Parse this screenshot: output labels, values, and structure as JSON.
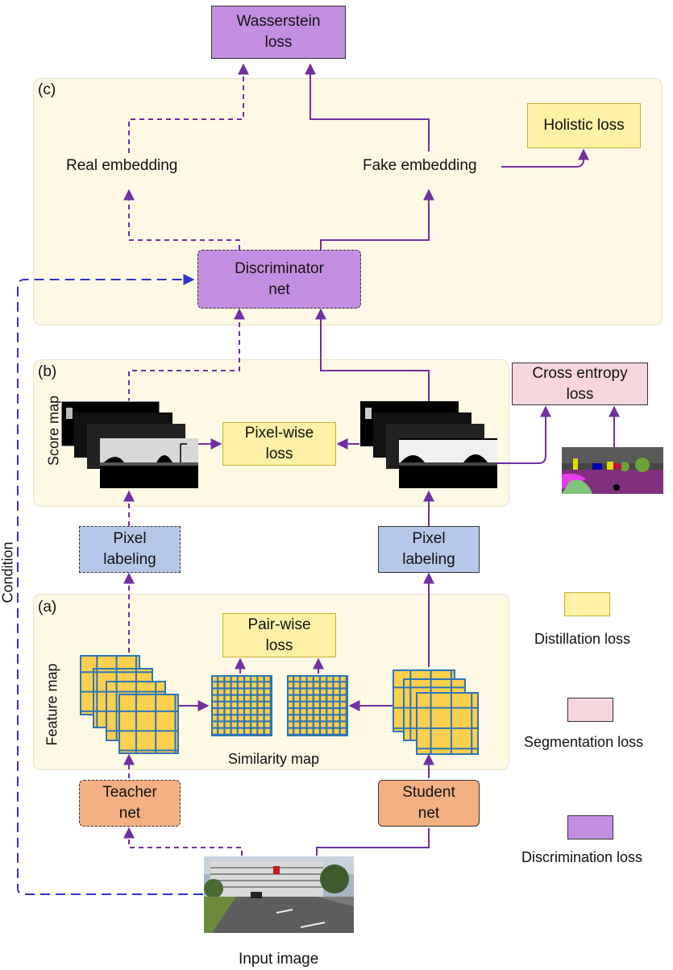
{
  "panels": {
    "c_tag": "(c)",
    "b_tag": "(b)",
    "a_tag": "(a)"
  },
  "boxes": {
    "wasserstein": "Wasserstein\nloss",
    "holistic": "Holistic loss",
    "discriminator": "Discriminator\nnet",
    "cross_entropy": "Cross entropy\nloss",
    "pixelwise": "Pixel-wise\nloss",
    "pixel_labeling_teacher": "Pixel\nlabeling",
    "pixel_labeling_student": "Pixel\nlabeling",
    "pairwise": "Pair-wise\nloss",
    "teacher": "Teacher\nnet",
    "student": "Student\nnet"
  },
  "labels": {
    "real_embedding": "Real embedding",
    "fake_embedding": "Fake embedding",
    "score_map": "Score map",
    "feature_map": "Feature map",
    "similarity_map": "Similarity map",
    "condition": "Condition",
    "input_image": "Input image"
  },
  "legend": [
    {
      "label": "Distillation loss",
      "color": "#fdf1a6"
    },
    {
      "label": "Segmentation loss",
      "color": "#f8d6dd"
    },
    {
      "label": "Discrimination loss",
      "color": "#c48ee0"
    }
  ],
  "colors": {
    "arrow": "#7030a0",
    "condition": "#3333cc",
    "grid_line": "#2e75b6",
    "grid_fill": "#fbd04e"
  }
}
